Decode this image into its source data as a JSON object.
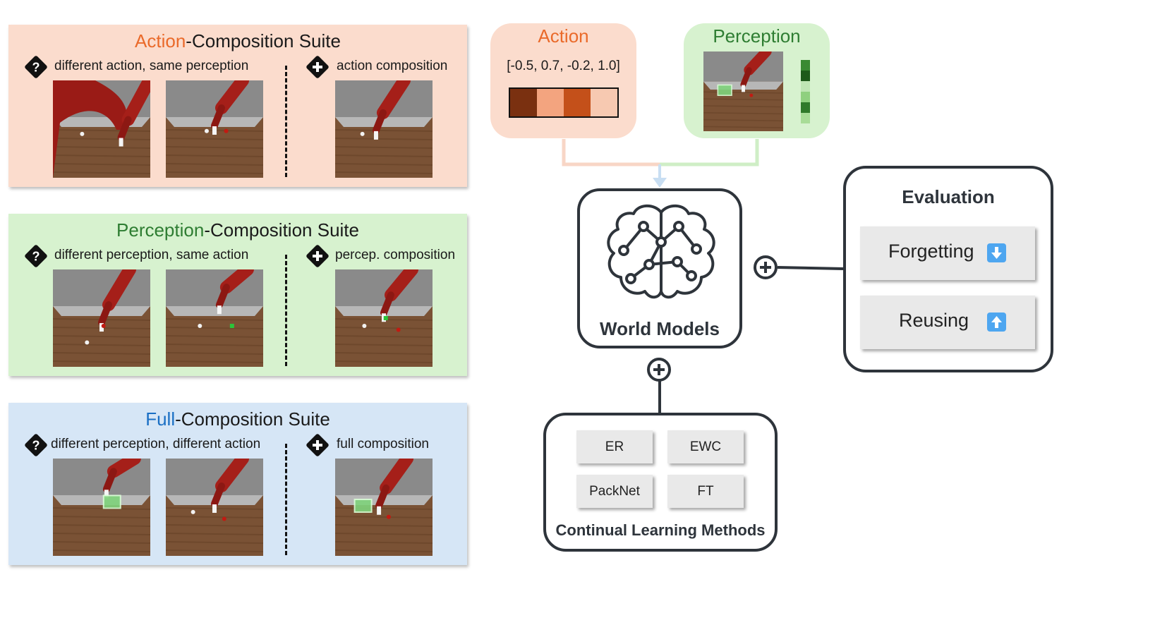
{
  "suites": [
    {
      "title_highlight": "Action",
      "title_rest": "-Composition Suite",
      "highlight_color": "#ea6a2a",
      "bg_color": "#fbdccd",
      "left_label": "different action, same perception",
      "right_label": "action composition"
    },
    {
      "title_highlight": "Perception",
      "title_rest": "-Composition Suite",
      "highlight_color": "#2e7d32",
      "bg_color": "#d7f2cf",
      "left_label": "different perception, same action",
      "right_label": "percep. composition"
    },
    {
      "title_highlight": "Full",
      "title_rest": "-Composition Suite",
      "highlight_color": "#1a6fc4",
      "bg_color": "#d6e6f6",
      "left_label": "different perception, different action",
      "right_label": "full composition"
    }
  ],
  "action_box": {
    "title": "Action",
    "title_color": "#ea6a2a",
    "vector": "[-0.5, 0.7, -0.2, 1.0]",
    "bar_colors": [
      "#7a3010",
      "#f3a47f",
      "#c4501a",
      "#f7c9b1"
    ]
  },
  "perception_box": {
    "title": "Perception",
    "title_color": "#2e7d32",
    "bar_colors": [
      "#3a8a32",
      "#1e5a1a",
      "#bfe6b4",
      "#8fd07f",
      "#2f7a2a",
      "#a8dc97"
    ]
  },
  "world_model": {
    "label": "World Models"
  },
  "evaluation": {
    "title": "Evaluation",
    "items": [
      {
        "label": "Forgetting",
        "arrow": "down"
      },
      {
        "label": "Reusing",
        "arrow": "up"
      }
    ]
  },
  "continual": {
    "title": "Continual Learning Methods",
    "methods": [
      "ER",
      "EWC",
      "PackNet",
      "FT"
    ]
  }
}
